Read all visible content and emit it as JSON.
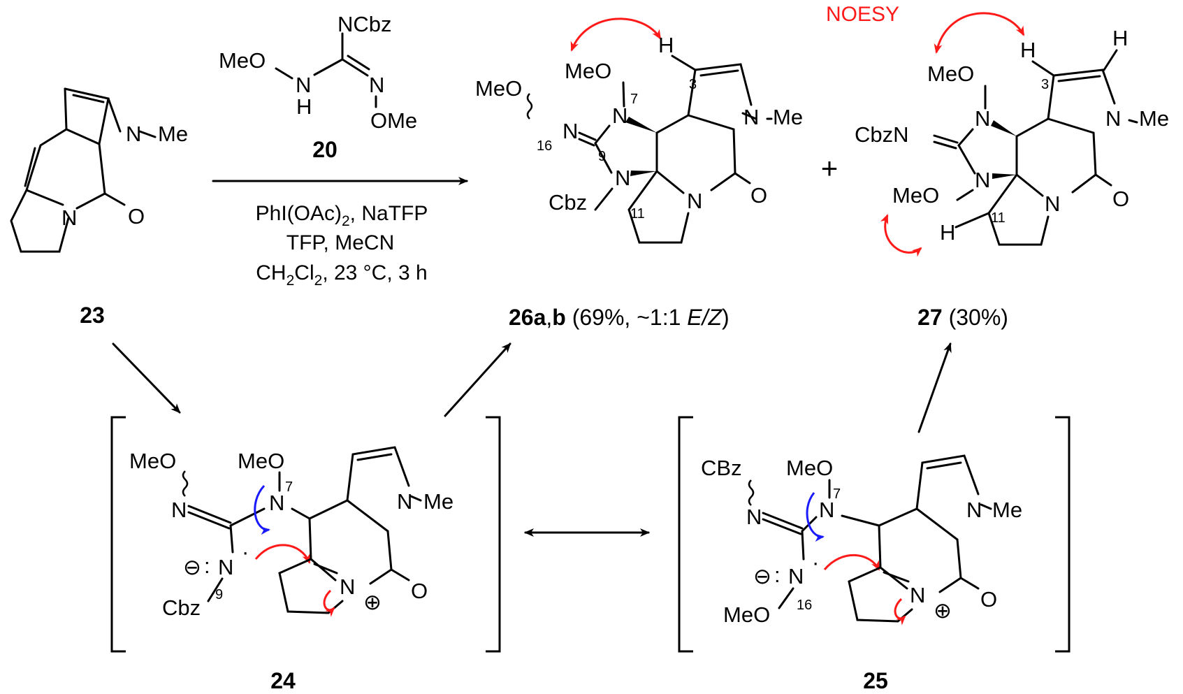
{
  "compounds": {
    "c23": "23",
    "c20": "20",
    "c24": "24",
    "c25": "25",
    "c26_bold_a": "26a",
    "c26_sep": ",",
    "c26_bold_b": "b",
    "c26_yield": " (69%, ~1:1 ",
    "c26_ez": "E/Z",
    "c26_close": ")",
    "c27_bold": "27",
    "c27_yield": " (30%)"
  },
  "conditions": {
    "line1_pre": "PhI(OAc)",
    "line1_sub": "2",
    "line1_post": ", NaTFP",
    "line2": "TFP, MeCN",
    "line3_ch": "CH",
    "line3_sub": "2",
    "line3_cl": "Cl",
    "line3_sub2": "2",
    "line3_post": ", 23 °C, 3 h"
  },
  "annotation": {
    "noesy": "NOESY"
  },
  "plus": "+",
  "atoms": {
    "MeO": "MeO",
    "OMe": "OMe",
    "NCbz": "NCbz",
    "CbzN": "CbzN",
    "Cbz": "Cbz",
    "CBz": "CBz",
    "N": "N",
    "NH_N": "N",
    "NH_H": "H",
    "H": "H",
    "O": "O",
    "Me": "Me",
    "minus": "⊖",
    "plus_charge": "⊕",
    "dots": ":",
    "dot": "·"
  },
  "locants": {
    "n3": "3",
    "n7": "7",
    "n9": "9",
    "n11": "11",
    "n16": "16"
  },
  "colors": {
    "red_arrow": "#ff1a1a",
    "blue_arrow": "#1a1aff",
    "ink": "#000000"
  }
}
